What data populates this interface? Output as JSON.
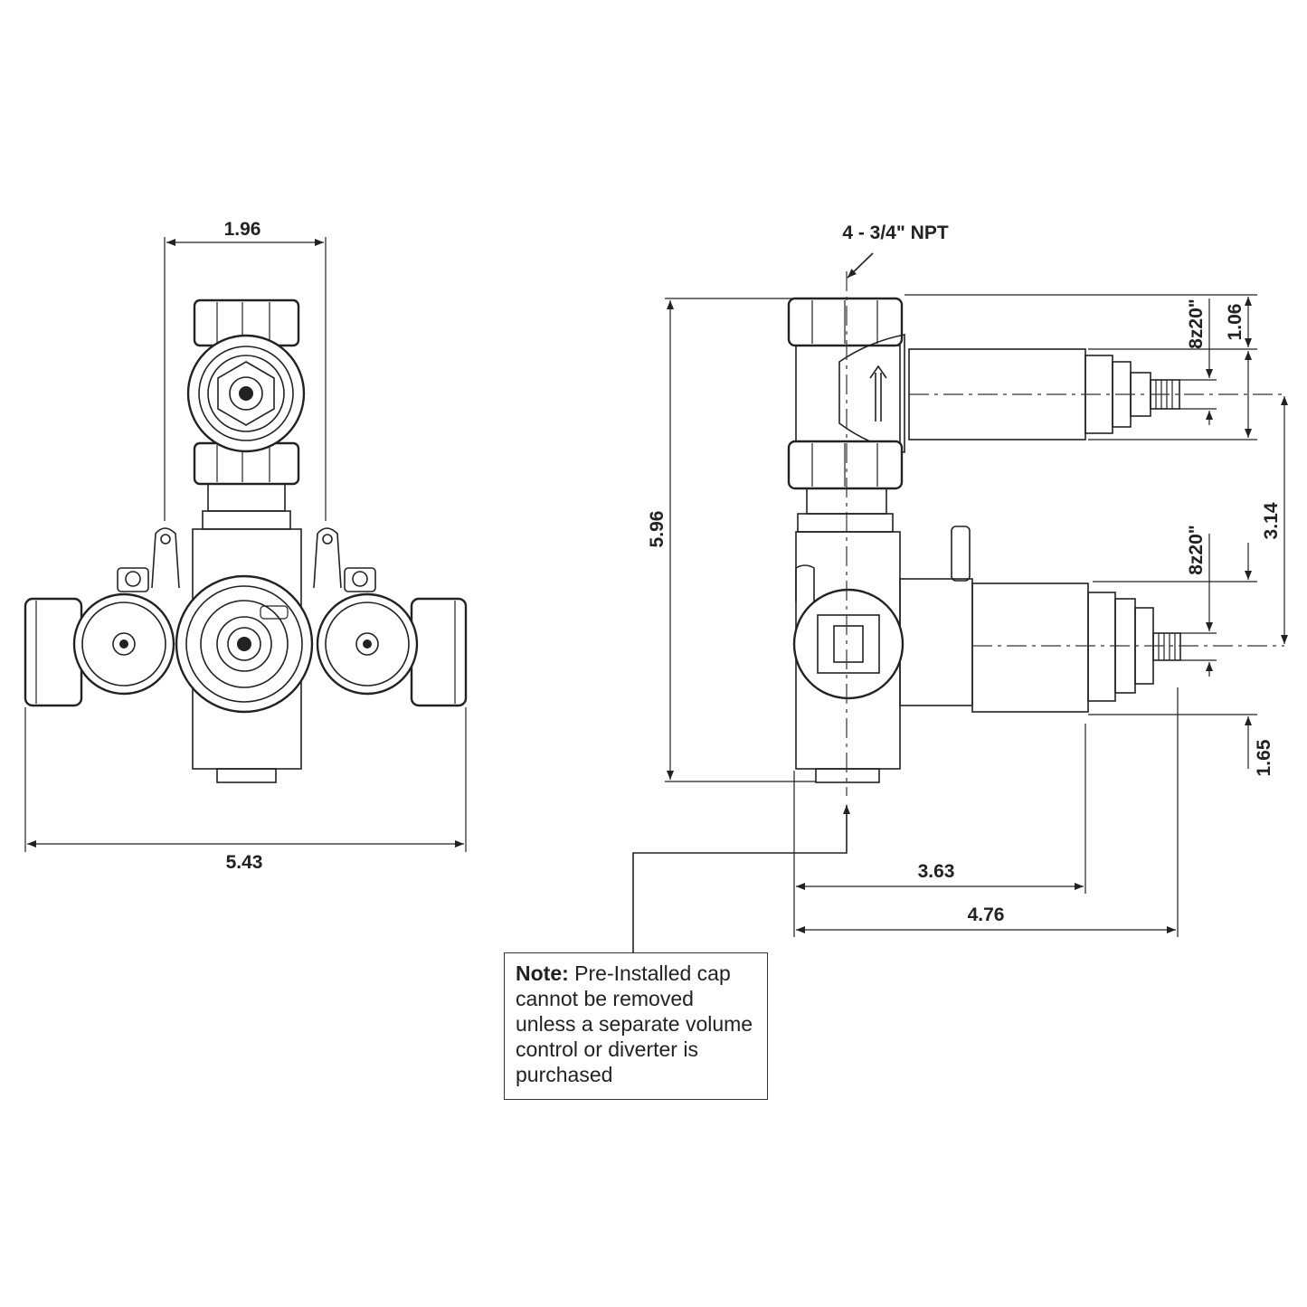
{
  "dimensions": {
    "front_width_top": "1.96",
    "front_width_overall": "5.43",
    "side_height": "5.96",
    "side_depth_1": "3.63",
    "side_depth_2": "4.76",
    "upper_stem_offset": "1.06",
    "stem_spacing": "3.14",
    "lower_stem_offset": "1.65",
    "upper_spline": "8z20\"",
    "lower_spline": "8z20\""
  },
  "callouts": {
    "npt": "4 - 3/4\" NPT"
  },
  "note": {
    "label": "Note:",
    "text": "Pre-Installed cap cannot be removed unless a separate volume control or diverter is purchased"
  },
  "colors": {
    "line": "#222222",
    "background": "#ffffff"
  }
}
